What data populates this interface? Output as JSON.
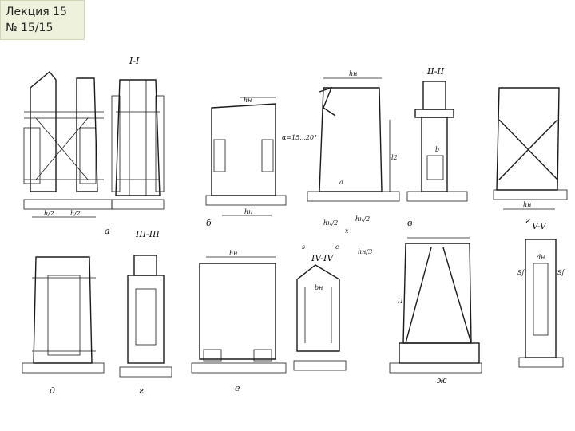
{
  "slide": {
    "title_line1": "Лекция 15",
    "title_line2": "№ 15/15"
  },
  "figure": {
    "panel_labels": [
      "а",
      "б",
      "в",
      "г",
      "д",
      "е",
      "ж"
    ],
    "section_labels": [
      "I-I",
      "II-II",
      "III-III",
      "IV-IV",
      "V-V"
    ],
    "dimension_labels": [
      "h/2",
      "h/2",
      "hн",
      "hн",
      "hн",
      "hн",
      "hн",
      "bн",
      "hн/2",
      "hн/2",
      "hн/3",
      "b",
      "α=15...20°",
      "l2",
      "l1",
      "x",
      "e",
      "s",
      "Sf",
      "Sf",
      "dн",
      "a"
    ]
  }
}
